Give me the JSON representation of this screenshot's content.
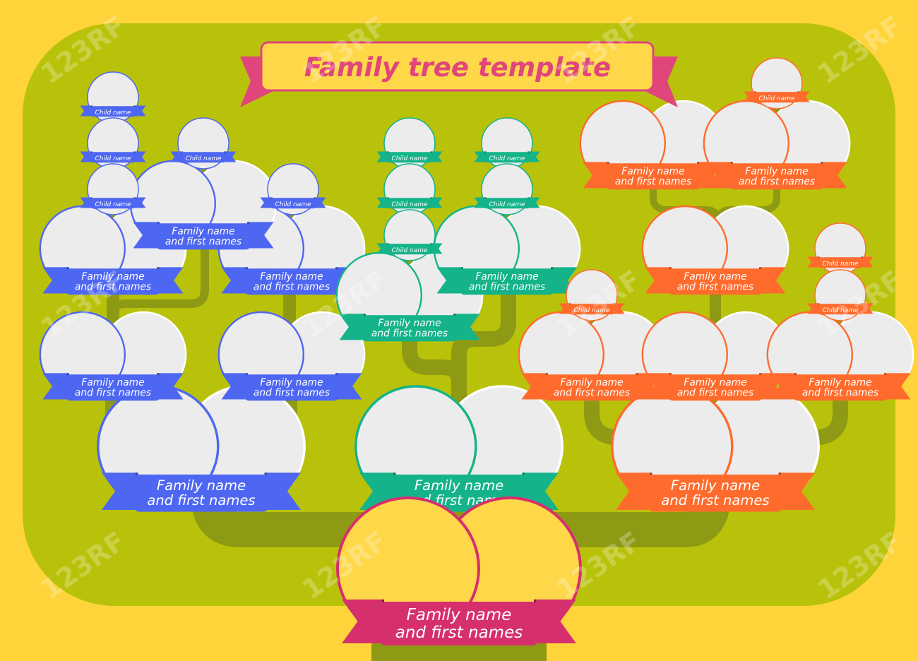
{
  "title": "Family tree template",
  "label_child": "Child name",
  "label_couple_line1": "Family name",
  "label_couple_line2": "and first names",
  "watermark": "123RF",
  "colors": {
    "background": "#FFD43A",
    "canopy": "#B9C20A",
    "trunk": "#8E9A14",
    "photo": "#ECECEC",
    "blue": "#4E67F2",
    "green": "#14B38A",
    "orange": "#FF6B2C",
    "root_ribbon": "#D62F6E",
    "root_photo": "#FFD84A",
    "title_text": "#E0457B",
    "title_banner": "#FFD84A"
  },
  "branches": [
    {
      "name": "left",
      "color": "blue"
    },
    {
      "name": "middle",
      "color": "green"
    },
    {
      "name": "right",
      "color": "orange"
    }
  ]
}
